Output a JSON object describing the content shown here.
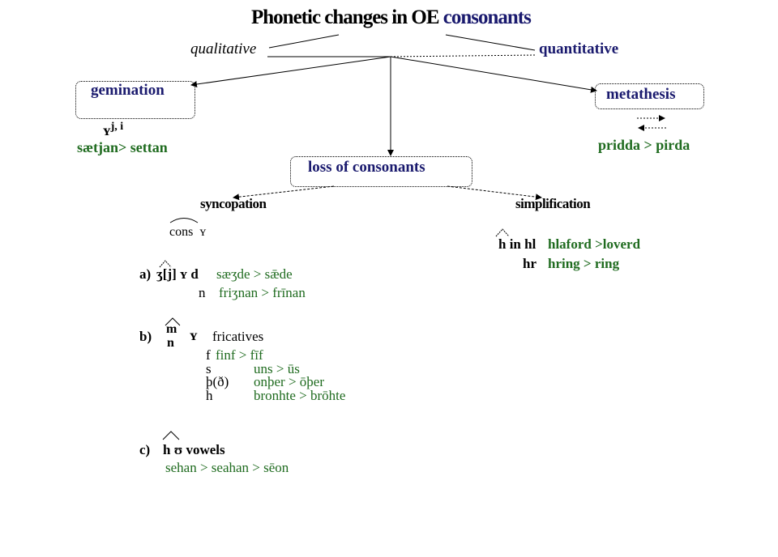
{
  "title": {
    "part1": "Phonetic changes in OE",
    "part2": "consonants"
  },
  "branches": {
    "qualitative": "qualitative",
    "quantitative": "quantitative"
  },
  "gemination": {
    "label": "gemination",
    "formula_symbol": "ʏ",
    "formula_sup": "j, i",
    "example": "sætjan> settan"
  },
  "metathesis": {
    "label": "metathesis",
    "example": "pridda > pirda"
  },
  "loss": {
    "label": "loss of consonants"
  },
  "syncopation": {
    "label": "syncopation",
    "formula": "cons  ʏ",
    "a": {
      "marker": "a)",
      "env": "ʒ[j] ʏ d",
      "d_example": "sæʒde > sǣde",
      "n_label": "n",
      "n_example": "friʒnan > frīnan"
    },
    "b": {
      "marker": "b)",
      "m": "m",
      "n": "n",
      "y": "ʏ",
      "label": "fricatives",
      "rows": [
        {
          "cons": "f",
          "example": "finf > fīf"
        },
        {
          "cons": "s",
          "example": "uns > ūs"
        },
        {
          "cons": "þ(ð)",
          "example": "onþer > ōþer"
        },
        {
          "cons": "h",
          "example": "bronhte > brōhte"
        }
      ]
    },
    "c": {
      "marker": "c)",
      "formula": "h ʊ vowels",
      "example": "sehan > seahan > sēon"
    }
  },
  "simplification": {
    "label": "simplification",
    "rows": [
      {
        "env": "h in hl",
        "example": "hlaford >loverd"
      },
      {
        "env": "hr",
        "example": "hring > ring"
      }
    ]
  }
}
